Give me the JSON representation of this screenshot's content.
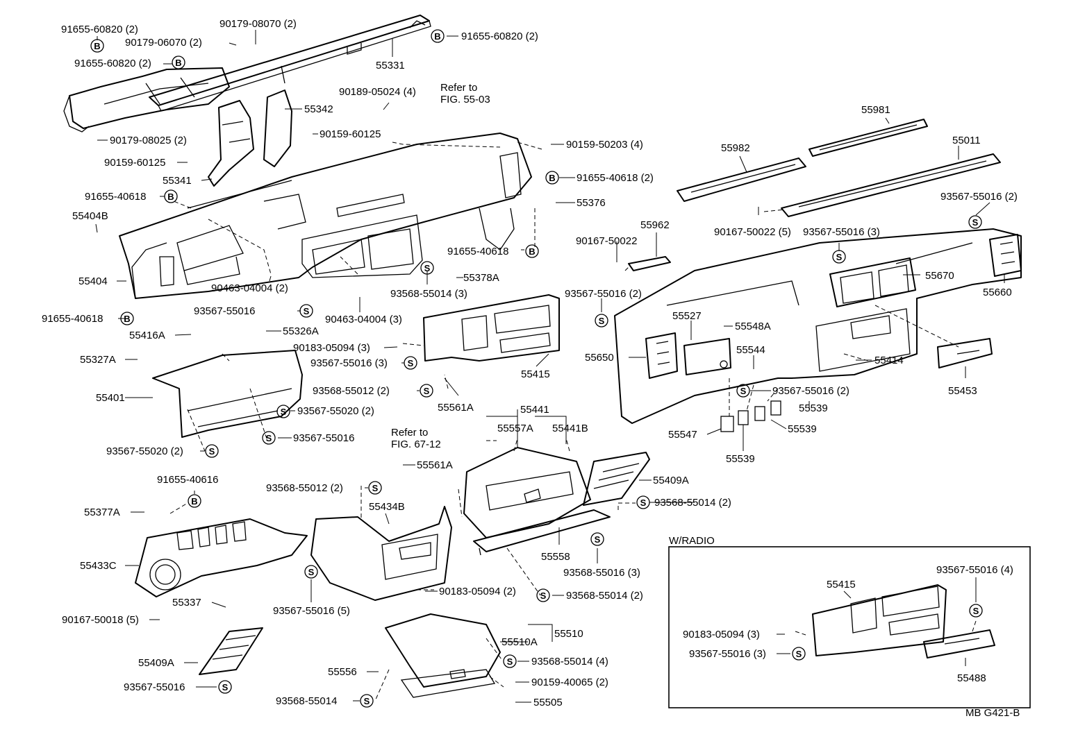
{
  "figure_code": "MB G421-B",
  "inset_title": "W/RADIO",
  "symbol_b": "B",
  "symbol_s": "S",
  "labels": {
    "l01": "91655-60820 (2)",
    "l02": "90179-08070 (2)",
    "l03": "91655-60820 (2)",
    "l04": "90179-06070 (2)",
    "l05": "91655-60820 (2)",
    "l06": "55331",
    "l07": "90189-05024 (4)",
    "l08": "Refer to",
    "l09": "FIG. 55-03",
    "l10": "55342",
    "l11": "90159-60125",
    "l12": "90179-08025 (2)",
    "l13": "90159-60125",
    "l14": "90159-50203 (4)",
    "l15": "55341",
    "l16": "91655-40618",
    "l17": "91655-40618 (2)",
    "l18": "55376",
    "l19": "55404B",
    "l20": "91655-40618",
    "l21": "55404",
    "l22": "90463-04004 (2)",
    "l23": "93568-55014 (3)",
    "l24": "55378A",
    "l25": "93567-55016",
    "l26": "90463-04004 (3)",
    "l27": "91655-40618",
    "l28": "55416A",
    "l29": "55326A",
    "l30": "90183-05094 (3)",
    "l31": "55327A",
    "l32": "93567-55016 (3)",
    "l33": "55415",
    "l34": "55401",
    "l35": "93568-55012 (2)",
    "l36": "55561A",
    "l37": "93567-55020 (2)",
    "l38": "93567-55016",
    "l39": "Refer to",
    "l40": "FIG. 67-12",
    "l41": "93567-55020 (2)",
    "l42": "55441",
    "l43": "55557A",
    "l44": "55441B",
    "l45": "91655-40616",
    "l46": "55561A",
    "l47": "93568-55012 (2)",
    "l48": "55409A",
    "l49": "55377A",
    "l50": "55434B",
    "l51": "93568-55014 (2)",
    "l52": "55433C",
    "l53": "55558",
    "l54": "93568-55016 (3)",
    "l55": "55337",
    "l56": "90183-05094 (2)",
    "l57": "93567-55016 (5)",
    "l58": "93568-55014 (2)",
    "l59": "90167-50018 (5)",
    "l60": "55510",
    "l61": "55510A",
    "l62": "55409A",
    "l63": "93568-55014 (4)",
    "l64": "55556",
    "l65": "90159-40065 (2)",
    "l66": "93567-55016",
    "l67": "93568-55014",
    "l68": "55505",
    "l69": "55981",
    "l70": "55982",
    "l71": "55011",
    "l72": "93567-55016 (2)",
    "l73": "55962",
    "l74": "90167-50022 (5)",
    "l75": "93567-55016 (3)",
    "l76": "90167-50022",
    "l77": "55670",
    "l78": "55660",
    "l79": "93567-55016 (2)",
    "l80": "55527",
    "l81": "55548A",
    "l82": "55544",
    "l83": "55650",
    "l84": "55414",
    "l85": "93567-55016 (2)",
    "l86": "55539",
    "l87": "55453",
    "l88": "55547",
    "l89": "55539",
    "l90": "55539",
    "l91": "55415",
    "l92": "93567-55016 (4)",
    "l93": "90183-05094 (3)",
    "l94": "93567-55016 (3)",
    "l95": "55488"
  }
}
